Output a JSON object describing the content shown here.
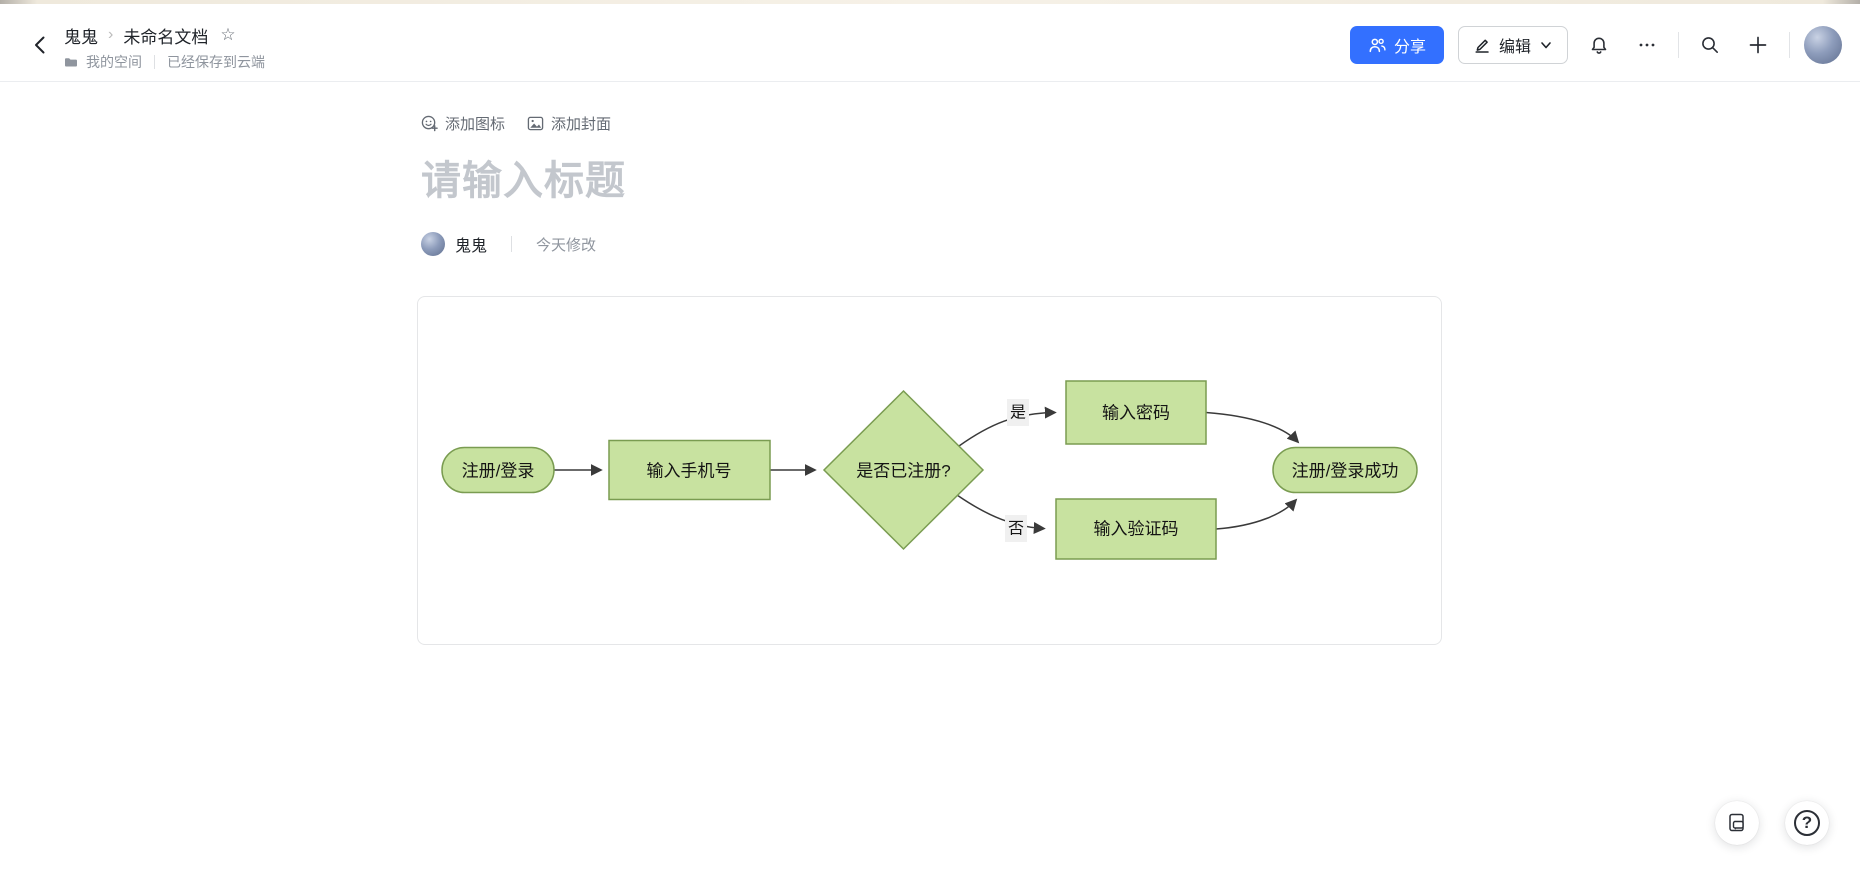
{
  "header": {
    "breadcrumb_parent": "鬼鬼",
    "breadcrumb_separator": "›",
    "breadcrumb_current": "未命名文档",
    "favorite_icon": "☆",
    "space_label": "我的空间",
    "save_status": "已经保存到云端",
    "share_label": "分享",
    "edit_label": "编辑"
  },
  "doc": {
    "add_icon_label": "添加图标",
    "add_cover_label": "添加封面",
    "title_placeholder": "请输入标题",
    "author_name": "鬼鬼",
    "modified_label": "今天修改"
  },
  "flowchart": {
    "type": "flowchart",
    "nodes": [
      {
        "id": "start",
        "shape": "stadium",
        "label": "注册/登录"
      },
      {
        "id": "phone",
        "shape": "rect",
        "label": "输入手机号"
      },
      {
        "id": "decision",
        "shape": "diamond",
        "label": "是否已注册?"
      },
      {
        "id": "password",
        "shape": "rect",
        "label": "输入密码"
      },
      {
        "id": "captcha",
        "shape": "rect",
        "label": "输入验证码"
      },
      {
        "id": "success",
        "shape": "stadium",
        "label": "注册/登录成功"
      }
    ],
    "edges": [
      {
        "from": "start",
        "to": "phone",
        "label": ""
      },
      {
        "from": "phone",
        "to": "decision",
        "label": ""
      },
      {
        "from": "decision",
        "to": "password",
        "label": "是"
      },
      {
        "from": "decision",
        "to": "captcha",
        "label": "否"
      },
      {
        "from": "password",
        "to": "success",
        "label": ""
      },
      {
        "from": "captcha",
        "to": "success",
        "label": ""
      }
    ],
    "colors": {
      "node_fill": "#c8e2a0",
      "node_stroke": "#7a9c51",
      "edge": "#3a3a3a",
      "edge_label_bg": "#f0f0f0"
    }
  },
  "floating": {
    "help_glyph": "?"
  },
  "colors": {
    "accent_blue": "#3370ff",
    "text_primary": "#1f2329",
    "text_secondary": "#8f959e",
    "title_placeholder": "#c3c7cd",
    "card_border": "#e5e6e8"
  }
}
